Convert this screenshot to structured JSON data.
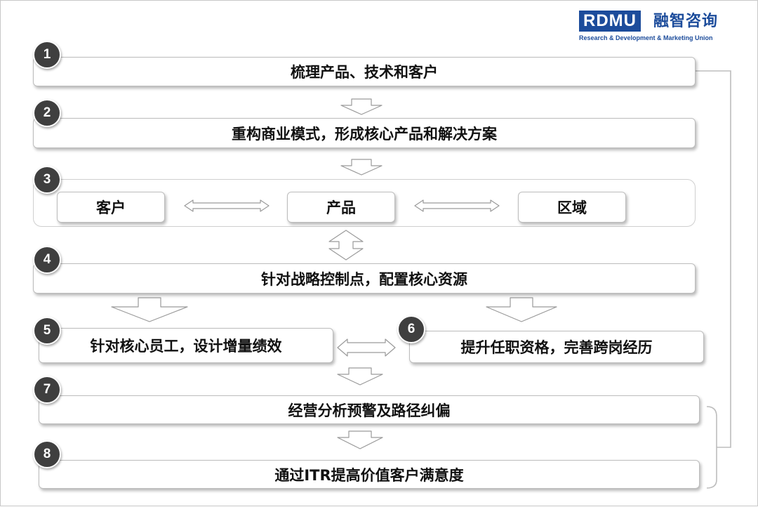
{
  "logo": {
    "mark": "RDMU",
    "name_cn": "融智咨询",
    "tagline": "Research & Development & Marketing Union"
  },
  "steps": [
    {
      "number": "1",
      "label": "梳理产品、技术和客户"
    },
    {
      "number": "2",
      "label": "重构商业模式，形成核心产品和解决方案"
    },
    {
      "number": "3",
      "items": [
        "客户",
        "产品",
        "区域"
      ]
    },
    {
      "number": "4",
      "label": "针对战略控制点，配置核心资源"
    },
    {
      "number": "5",
      "label": "针对核心员工，设计增量绩效"
    },
    {
      "number": "6",
      "label": "提升任职资格，完善跨岗经历"
    },
    {
      "number": "7",
      "label": "经营分析预警及路径纠偏"
    },
    {
      "number": "8",
      "label": "通过ITR提高价值客户满意度"
    }
  ],
  "colors": {
    "badge": "#3f3f3f",
    "logo": "#1c4c9b",
    "border": "#bdbdbd"
  }
}
